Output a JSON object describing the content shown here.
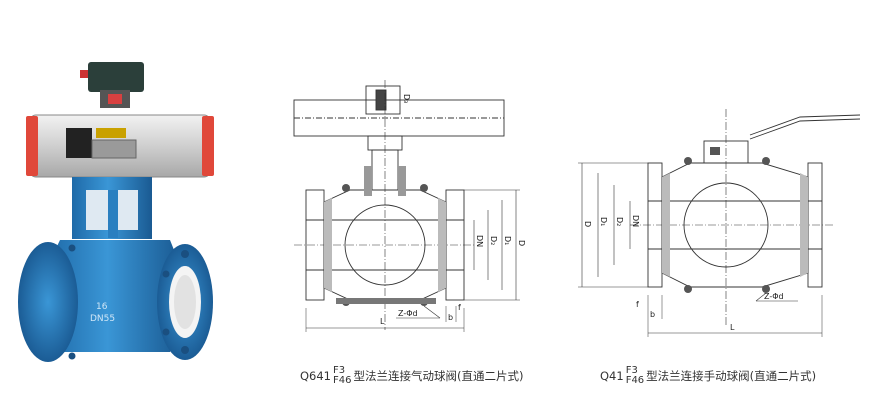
{
  "photo": {
    "body_marking_1": "16",
    "body_marking_2": "DN55"
  },
  "drawing_left": {
    "dims": {
      "L": "L",
      "D": "D",
      "D1": "D₁",
      "D2": "D₂",
      "DN": "DN",
      "f": "f",
      "b": "b",
      "bolt": "Z-Φd",
      "top": "D₃"
    },
    "caption": {
      "prefix": "Q641",
      "sup": "F3",
      "sub": "F46",
      "text": "型法兰连接气动球阀(直通二片式)"
    }
  },
  "drawing_right": {
    "dims": {
      "L": "L",
      "D": "D",
      "D1": "D₁",
      "D2": "D₂",
      "DN": "DN",
      "f": "f",
      "b": "b",
      "bolt": "Z-Φd"
    },
    "caption": {
      "prefix": "Q41",
      "sup": "F3",
      "sub": "F46",
      "text": "型法兰连接手动球阀(直通二片式)"
    }
  },
  "colors": {
    "body_blue": "#2a7fc0",
    "body_dark": "#1d5f99",
    "actuator": "#dcdcdc",
    "red_cap": "#e0483a",
    "liner": "#f4f4f4",
    "line": "#333333"
  }
}
